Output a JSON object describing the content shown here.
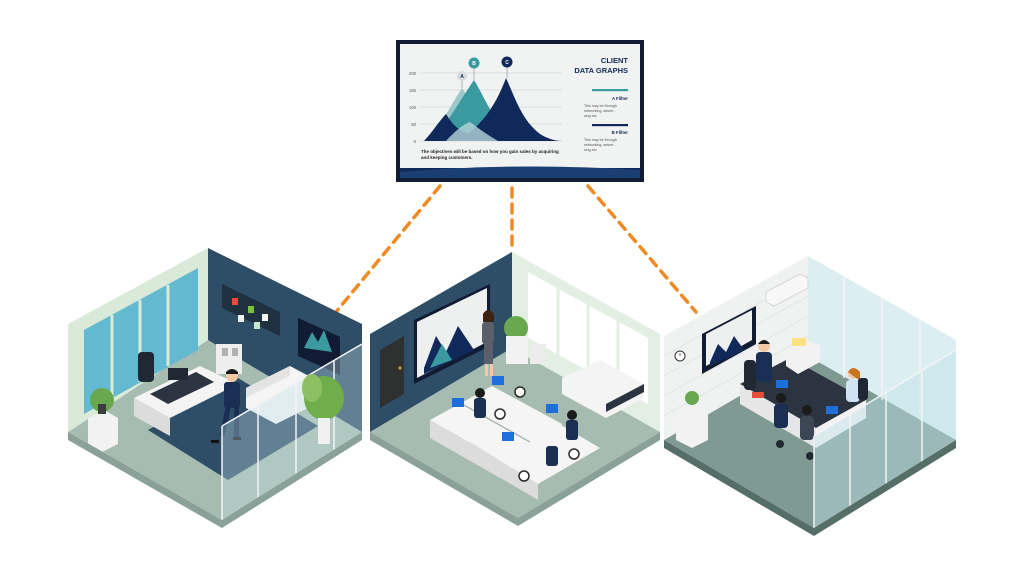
{
  "display": {
    "title_line1": "CLIENT",
    "title_line2": "DATA GRAPHS",
    "y_ticks": [
      "200",
      "150",
      "100",
      "50",
      "0"
    ],
    "peak_markers": [
      "A",
      "B",
      "C"
    ],
    "filter_a": {
      "title": "A Fillter",
      "lines": [
        "This may be through",
        "networking, advert -",
        "sing etc."
      ]
    },
    "filter_b": {
      "title": "B Fillter",
      "lines": [
        "This may be through",
        "networking, advert -",
        "sing etc."
      ]
    },
    "caption_lines": [
      "The objectives will be based on how you gain sales by acquiring",
      "and keeping customers."
    ]
  },
  "colors": {
    "navy": "#0f2a5a",
    "teal": "#3a9aa0",
    "light_teal": "#9ec7cc",
    "dashed_connector": "#f08a24",
    "office_dark_blue": "#2e4e68",
    "floor_green": "#a6bcb0",
    "mint_wall": "#d9ead9",
    "glass": "#bfe0e6"
  },
  "rooms": [
    "private-office",
    "open-workspace",
    "meeting-room"
  ]
}
